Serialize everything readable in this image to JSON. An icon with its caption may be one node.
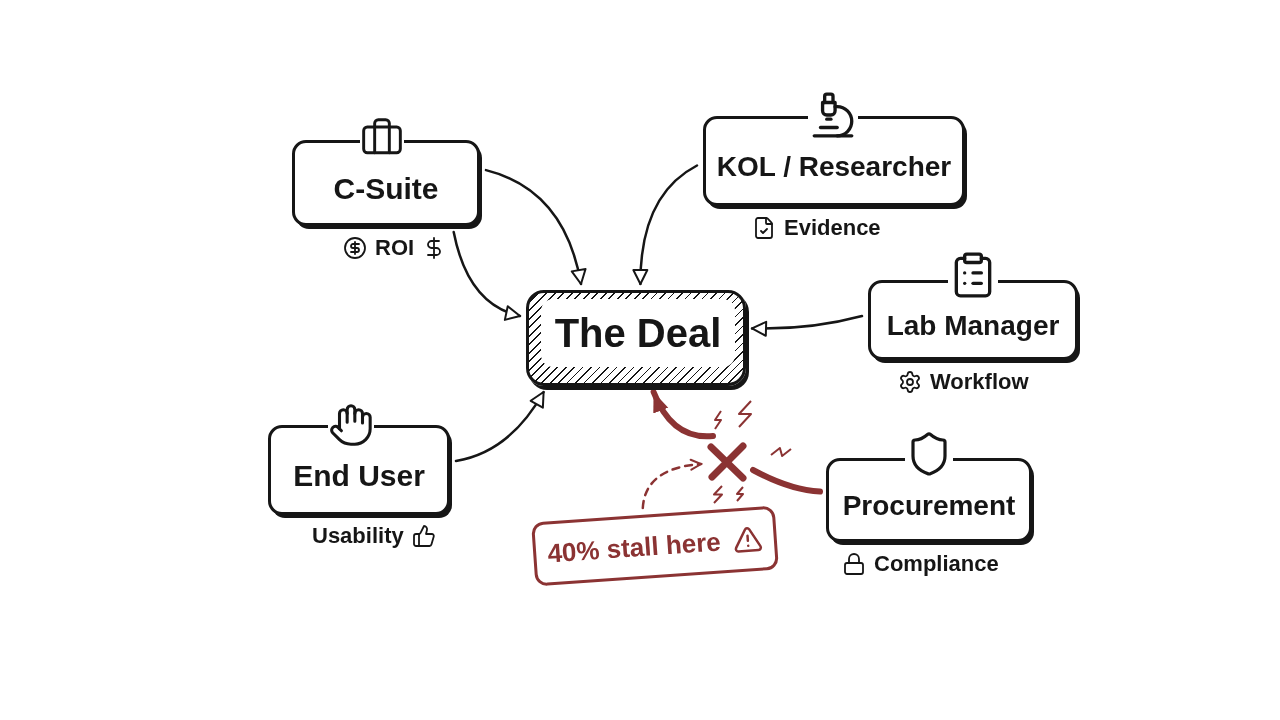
{
  "diagram": {
    "nodes": [
      {
        "text": [
          "C-Suite"
        ],
        "beside": [
          "ROI"
        ]
      },
      {
        "text": [
          "KOL / Researcher"
        ],
        "beside": [
          "Evidence"
        ]
      },
      {
        "text": [
          "The Deal"
        ]
      },
      {
        "text": [
          "Lab Manager"
        ],
        "beside": [
          "Workflow"
        ]
      },
      {
        "text": [
          "End User"
        ],
        "beside": [
          "Usability"
        ]
      },
      {
        "text": [
          "Procurement"
        ],
        "beside": [
          "Compliance"
        ]
      },
      {
        "text": [
          "40% stall here"
        ]
      },
      {
        "text": [],
        "shape": "cross"
      }
    ],
    "edges": [
      {
        "from": 0,
        "to": 2,
        "arrow": "to"
      },
      {
        "from": 0,
        "to": 2,
        "arrow": "to"
      },
      {
        "from": 1,
        "to": 2,
        "arrow": "to"
      },
      {
        "from": 3,
        "to": 2,
        "arrow": "to"
      },
      {
        "from": 4,
        "to": 2,
        "arrow": "to"
      },
      {
        "from": 5,
        "to": 7,
        "arrow": "none",
        "style": "thick",
        "color": "#8b3333"
      },
      {
        "from": 7,
        "to": 2,
        "arrow": "to",
        "style": "thick",
        "color": "#8b3333"
      },
      {
        "from": 6,
        "to": 7,
        "arrow": "to",
        "style": "dashed",
        "color": "#8b3333"
      }
    ]
  }
}
